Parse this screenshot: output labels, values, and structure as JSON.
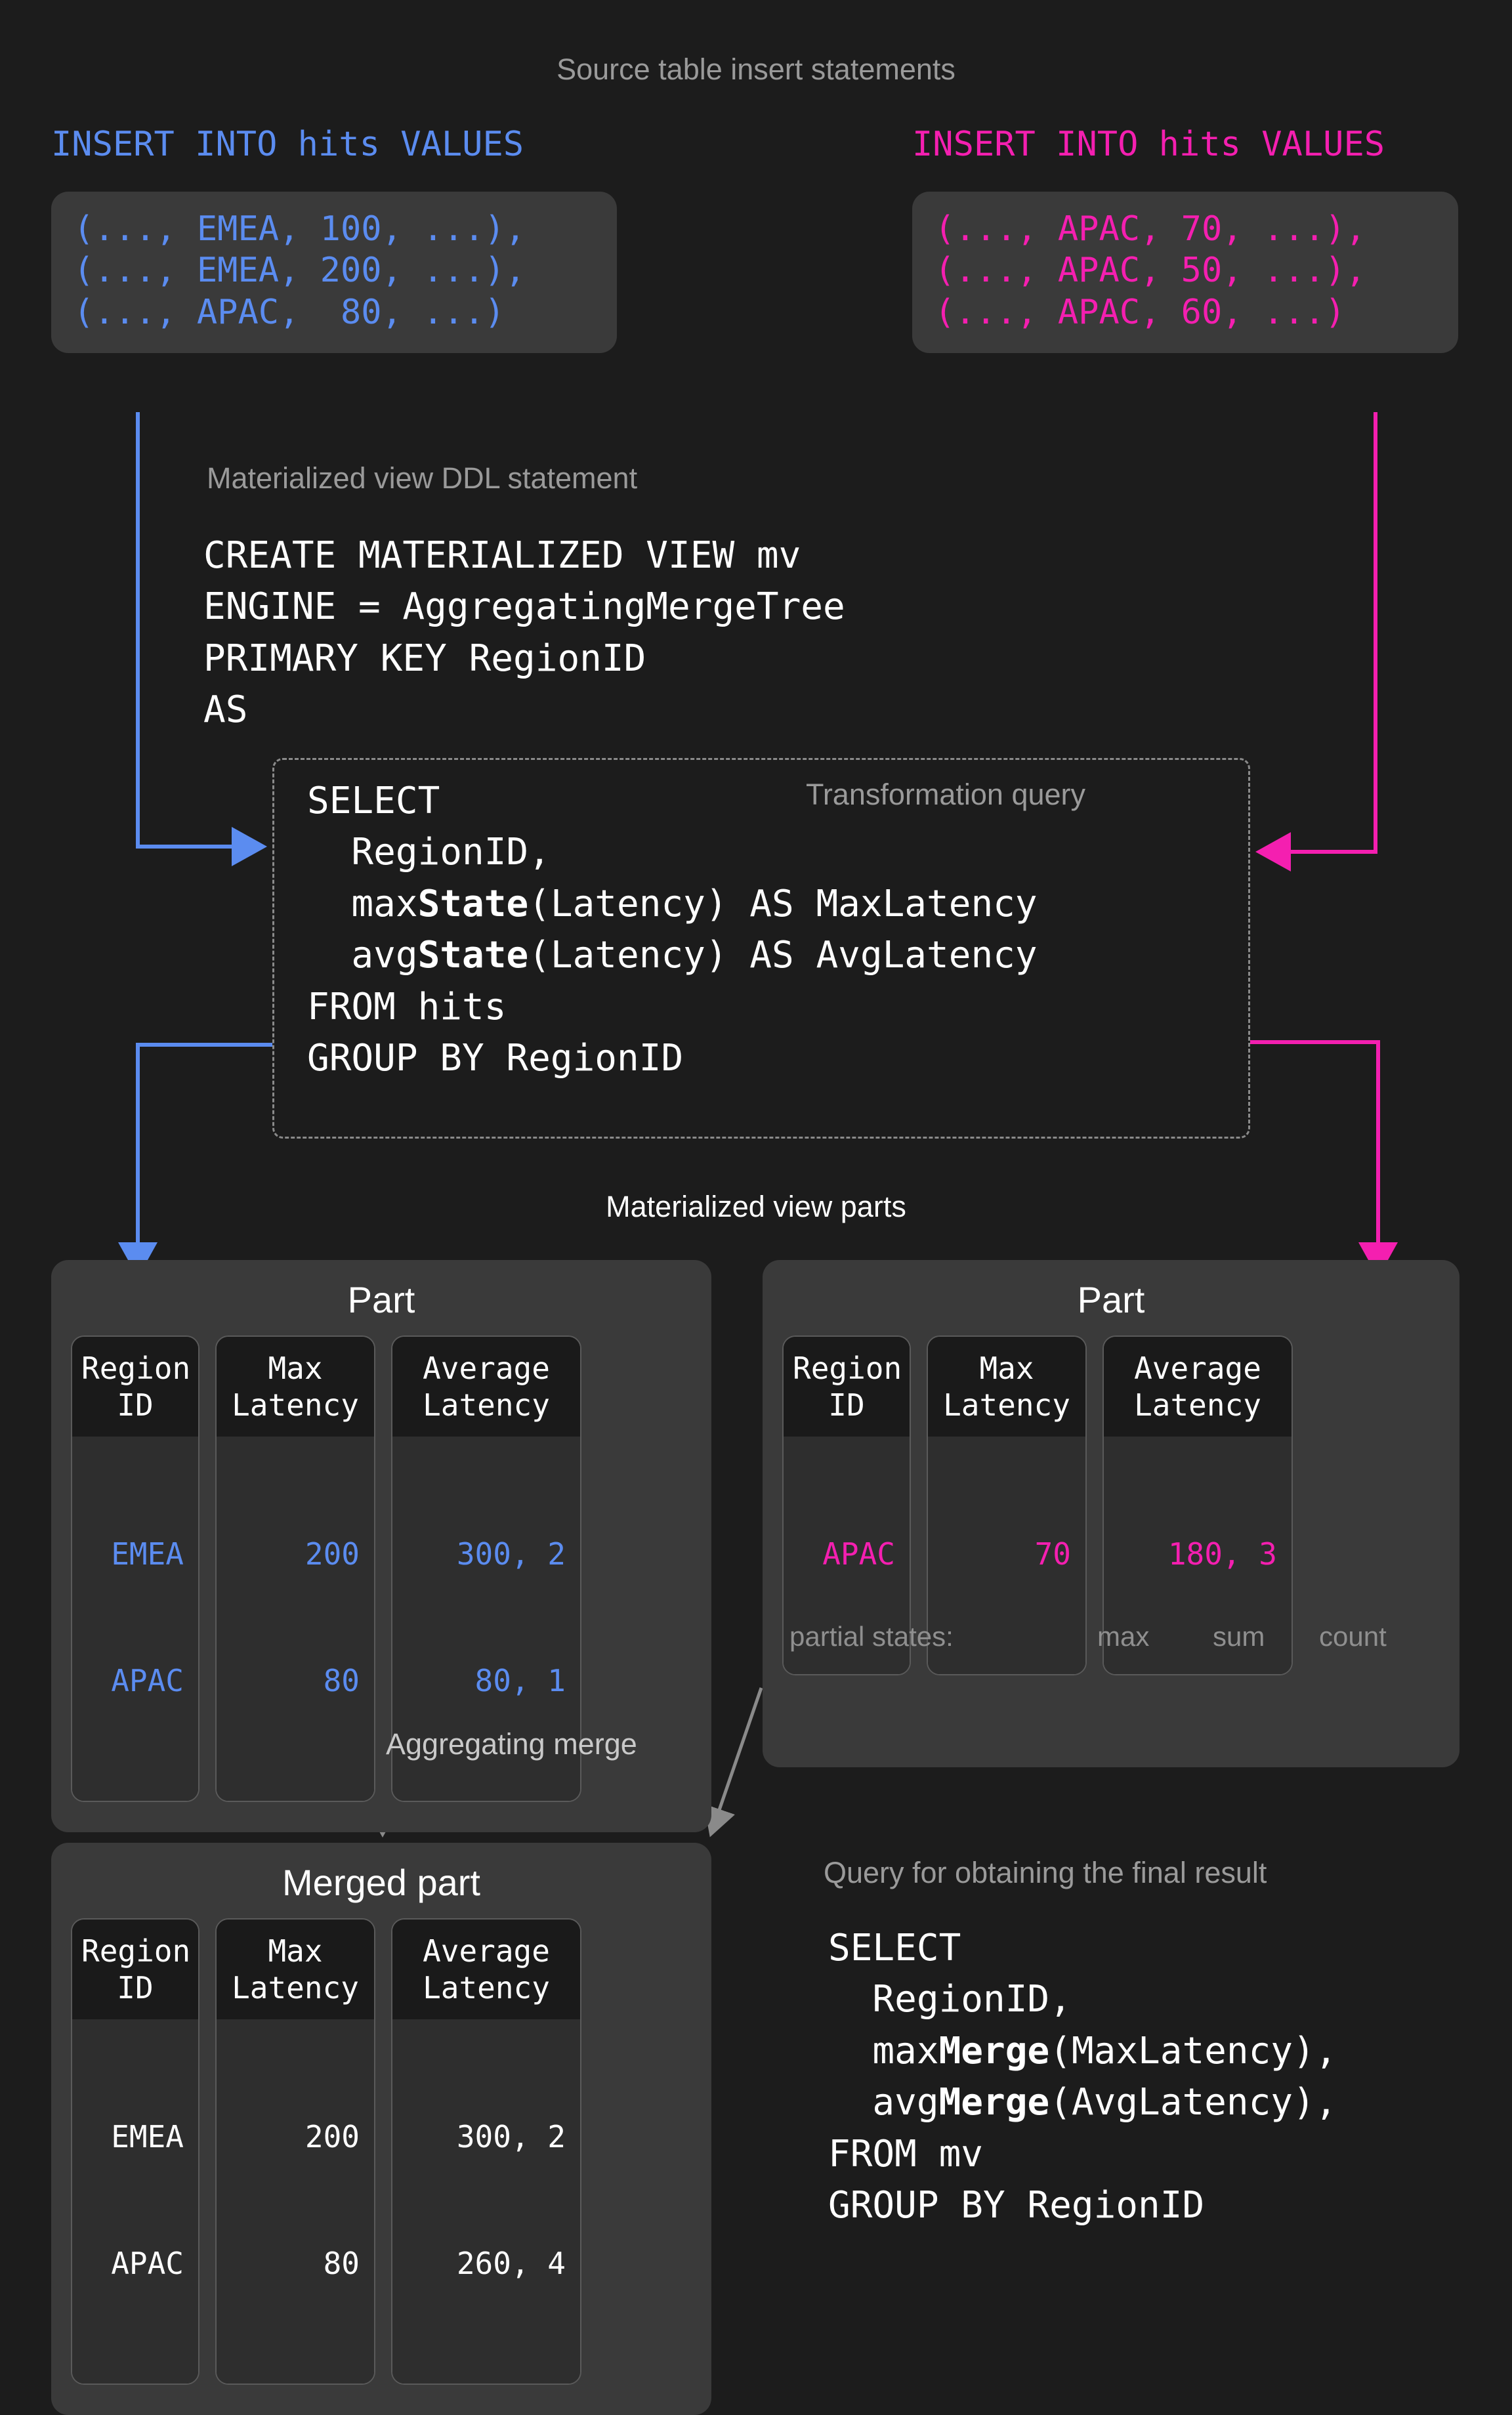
{
  "colors": {
    "background": "#1c1c1c",
    "card": "#3a3a3a",
    "cell": "#2e2e2e",
    "blue": "#5b8cf0",
    "pink": "#f41fb0",
    "grey_text": "#9a9a9a",
    "white": "#ffffff",
    "merge_arrow": "#8a8a8a"
  },
  "title": "Source table insert statements",
  "inserts": {
    "left": {
      "header": "INSERT INTO hits VALUES",
      "color": "#5b8cf0",
      "rows": [
        "(..., EMEA, 100, ...),",
        "(..., EMEA, 200, ...),",
        "(..., APAC,  80, ...)"
      ]
    },
    "right": {
      "header": "INSERT INTO hits VALUES",
      "color": "#f41fb0",
      "rows": [
        "(..., APAC, 70, ...),",
        "(..., APAC, 50, ...),",
        "(..., APAC, 60, ...)"
      ]
    }
  },
  "ddl": {
    "label": "Materialized view DDL statement",
    "code": "CREATE MATERIALIZED VIEW mv\nENGINE = AggregatingMergeTree\nPRIMARY KEY RegionID\nAS"
  },
  "transformation_query": {
    "label": "Transformation query",
    "lines": [
      {
        "plain": "SELECT"
      },
      {
        "plain": "  RegionID,"
      },
      {
        "pre": "  max",
        "bold": "State",
        "post": "(Latency) AS MaxLatency"
      },
      {
        "pre": "  avg",
        "bold": "State",
        "post": "(Latency) AS AvgLatency"
      },
      {
        "plain": "FROM hits"
      },
      {
        "plain": "GROUP BY RegionID"
      }
    ]
  },
  "parts_section_label": "Materialized view parts",
  "parts": [
    {
      "title": "Part",
      "value_color": "#5b8cf0",
      "columns": [
        {
          "header": "Region\nID",
          "cells": [
            "EMEA",
            "APAC"
          ]
        },
        {
          "header": "Max\nLatency",
          "cells": [
            "200",
            "80"
          ]
        },
        {
          "header": "Average\nLatency",
          "cells": [
            "300, 2",
            "80, 1"
          ]
        }
      ]
    },
    {
      "title": "Part",
      "value_color": "#f41fb0",
      "columns": [
        {
          "header": "Region\nID",
          "cells": [
            "APAC"
          ]
        },
        {
          "header": "Max\nLatency",
          "cells": [
            "70"
          ]
        },
        {
          "header": "Average\nLatency",
          "cells": [
            "180, 3"
          ]
        }
      ]
    }
  ],
  "partial_states": {
    "label": "partial states:",
    "max": "max",
    "sum": "sum",
    "count": "count"
  },
  "aggregating_merge_label": "Aggregating merge",
  "merged_part": {
    "title": "Merged part",
    "value_color": "#ffffff",
    "columns": [
      {
        "header": "Region\nID",
        "cells": [
          "EMEA",
          "APAC"
        ]
      },
      {
        "header": "Max\nLatency",
        "cells": [
          "200",
          "80"
        ]
      },
      {
        "header": "Average\nLatency",
        "cells": [
          "300, 2",
          "260, 4"
        ]
      }
    ]
  },
  "final_query": {
    "label": "Query for obtaining the final result",
    "lines": [
      {
        "plain": "SELECT"
      },
      {
        "plain": "  RegionID,"
      },
      {
        "pre": "  max",
        "bold": "Merge",
        "post": "(MaxLatency),"
      },
      {
        "pre": "  avg",
        "bold": "Merge",
        "post": "(AvgLatency),"
      },
      {
        "plain": "FROM mv"
      },
      {
        "plain": "GROUP BY RegionID"
      }
    ]
  }
}
